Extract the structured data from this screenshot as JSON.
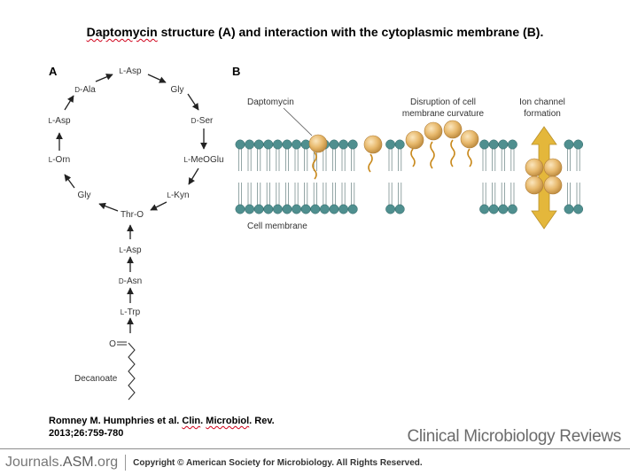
{
  "slide": {
    "title_word": "Daptomycin",
    "title_rest": " structure (A) and interaction with the cytoplasmic membrane (B)."
  },
  "panel_a": {
    "label": "A",
    "ring": [
      {
        "sc": "L",
        "name": "-Asp"
      },
      {
        "sc": "",
        "name": "Gly"
      },
      {
        "sc": "D",
        "name": "-Ser"
      },
      {
        "sc": "L",
        "name": "-MeOGlu"
      },
      {
        "sc": "L",
        "name": "-Kyn"
      },
      {
        "sc": "",
        "name": "Thr-O"
      },
      {
        "sc": "",
        "name": "Gly"
      },
      {
        "sc": "L",
        "name": "-Orn"
      },
      {
        "sc": "L",
        "name": "-Asp"
      },
      {
        "sc": "D",
        "name": "-Ala"
      }
    ],
    "chain": [
      {
        "sc": "L",
        "name": "-Asp"
      },
      {
        "sc": "D",
        "name": "-Asn"
      },
      {
        "sc": "L",
        "name": "-Trp"
      }
    ],
    "carbonyl": "O",
    "tail_label": "Decanoate"
  },
  "panel_b": {
    "label": "B",
    "daptomycin_label": "Daptomycin",
    "disruption_label": [
      "Disruption of cell",
      "membrane curvature"
    ],
    "channel_label": [
      "Ion channel",
      "formation"
    ],
    "membrane_label": "Cell membrane",
    "colors": {
      "head": "#4f8f8f",
      "sphere": "#e7b86b",
      "arrow": "#e4b73b"
    }
  },
  "citation": {
    "prefix": "Romney M. Humphries et al. ",
    "clin": "Clin",
    "mid": ". ",
    "microbiol": "Microbiol",
    "suffix": ". Rev.",
    "line2": "2013;26:759-780"
  },
  "journal": "Clinical Microbiology Reviews",
  "footer": {
    "logo_a": "Journals.",
    "logo_b": "ASM",
    "logo_c": ".org",
    "copyright": "Copyright © American Society for Microbiology. All Rights Reserved."
  }
}
